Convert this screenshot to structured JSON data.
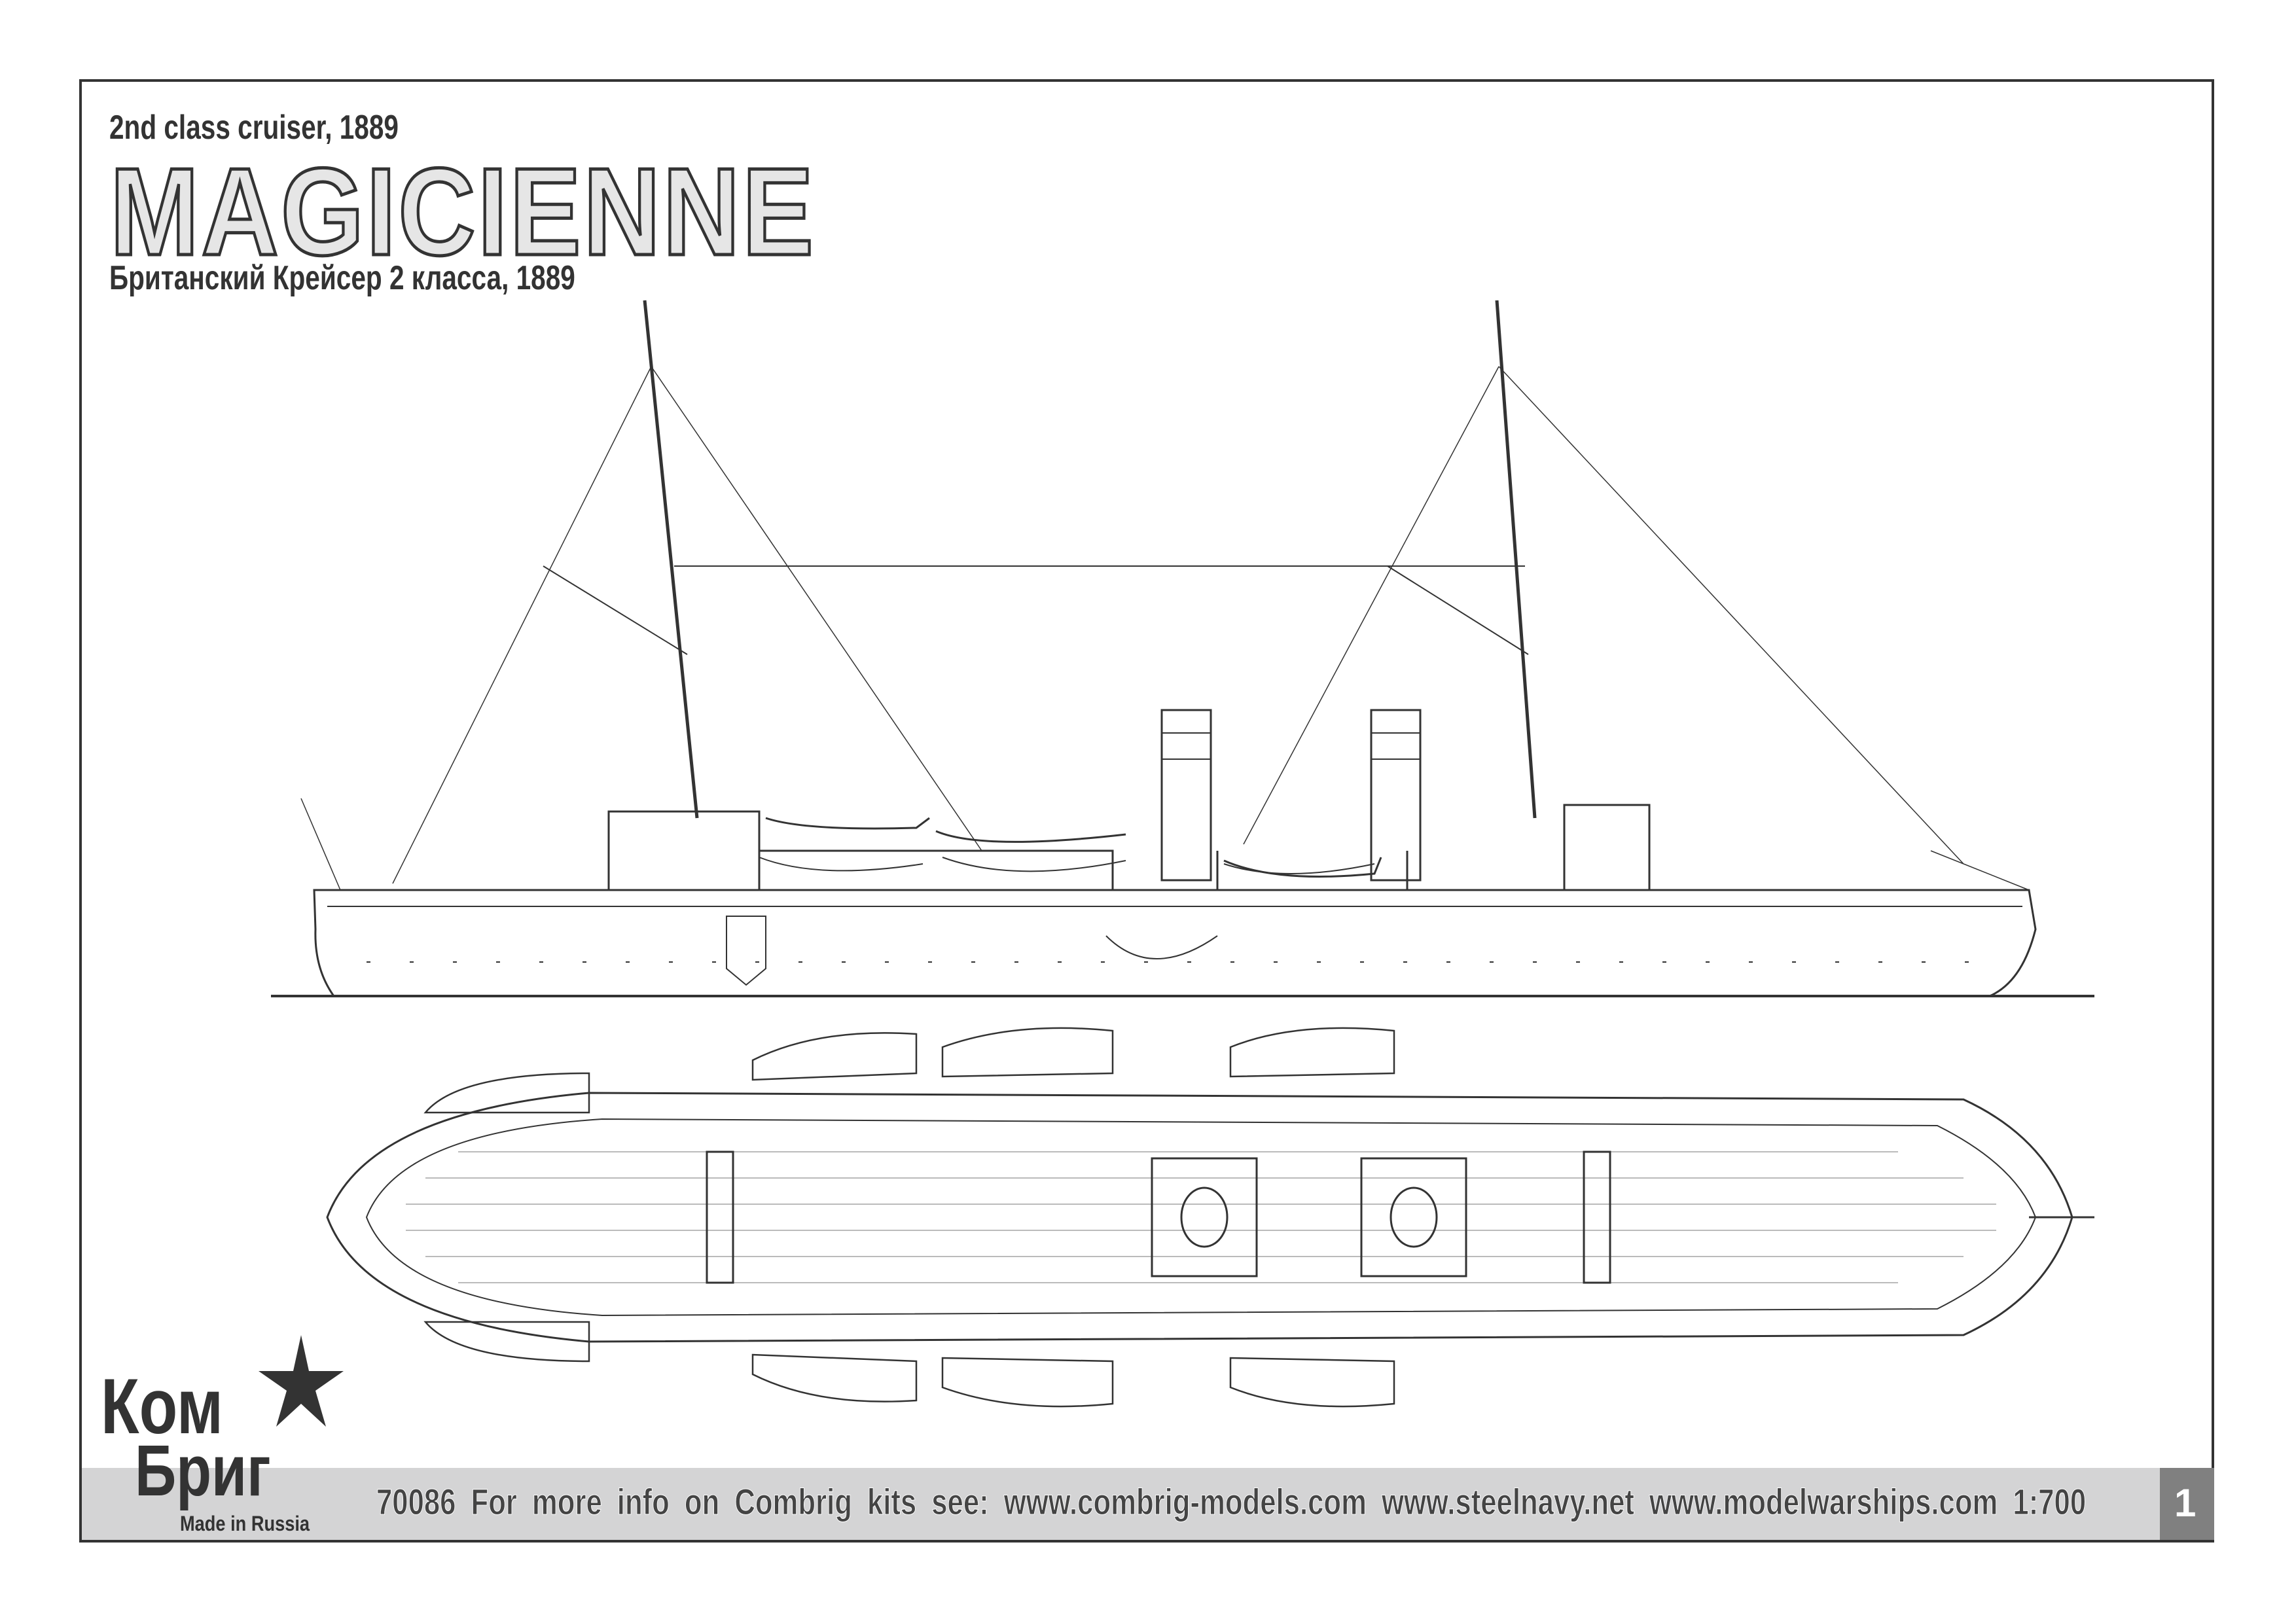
{
  "header": {
    "subtitle_en": "2nd class cruiser, 1889",
    "title": "MAGICIENNE",
    "subtitle_ru": "Британский Крейсер 2 класса, 1889"
  },
  "drawings": {
    "side_view": "ship-profile-drawing",
    "top_view": "ship-plan-drawing"
  },
  "logo": {
    "text_top": "Ком",
    "text_bottom": "Бриг",
    "tagline": "Made in Russia",
    "icon": "star-icon"
  },
  "footer": {
    "text": "70086   For more info on Combrig kits see:   www.combrig-models.com   www.steelnavy.net   www.modelwarships.com   1:700",
    "page_number": "1",
    "band_color": "#d4d4d5",
    "page_block_color": "#808080"
  }
}
